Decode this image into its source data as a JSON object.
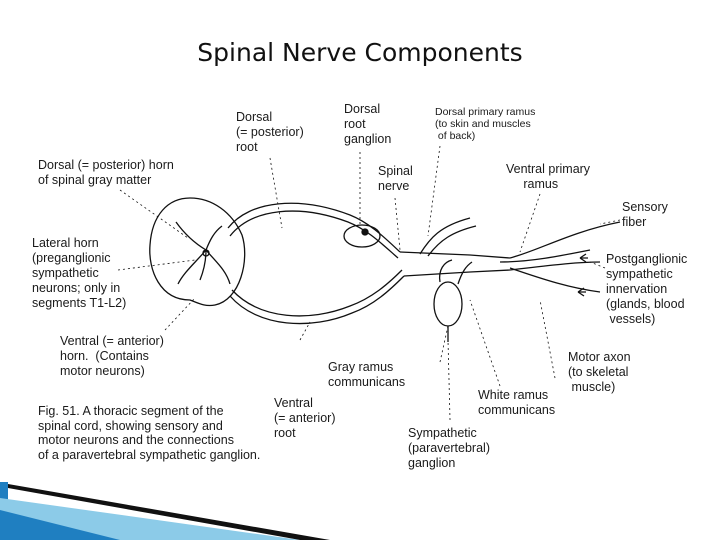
{
  "title": "Spinal Nerve Components",
  "labels": {
    "dorsal_root": "Dorsal\n(= posterior)\nroot",
    "dorsal_root_ganglion": "Dorsal\nroot\nganglion",
    "dorsal_primary_ramus": "Dorsal primary ramus\n(to skin and muscles\n of back)",
    "dorsal_horn": "Dorsal (= posterior) horn\nof spinal gray matter",
    "spinal_nerve": "Spinal\nnerve",
    "ventral_primary_ramus": "Ventral primary\n     ramus",
    "sensory_fiber": "Sensory\nfiber",
    "lateral_horn": "Lateral horn\n(preganglionic\nsympathetic\nneurons; only in\nsegments T1-L2)",
    "postganglionic": "Postganglionic\nsympathetic\ninnervation\n(glands, blood\n vessels)",
    "ventral_horn": "Ventral (= anterior)\nhorn.  (Contains\nmotor neurons)",
    "gray_ramus": "Gray ramus\ncommunicans",
    "motor_axon": "Motor axon\n(to skeletal\n muscle)",
    "white_ramus": "White ramus\ncommunicans",
    "ventral_root": "Ventral\n(= anterior)\nroot",
    "sympathetic_ganglion": "Sympathetic\n(paravertebral)\nganglion",
    "caption": "Fig. 51. A thoracic segment of the\nspinal cord, showing sensory and\nmotor neurons and the connections\nof a paravertebral sympathetic ganglion."
  },
  "colors": {
    "ink": "#111111",
    "accent_blue": "#1f7fc1",
    "accent_light": "#8ccbe8"
  }
}
